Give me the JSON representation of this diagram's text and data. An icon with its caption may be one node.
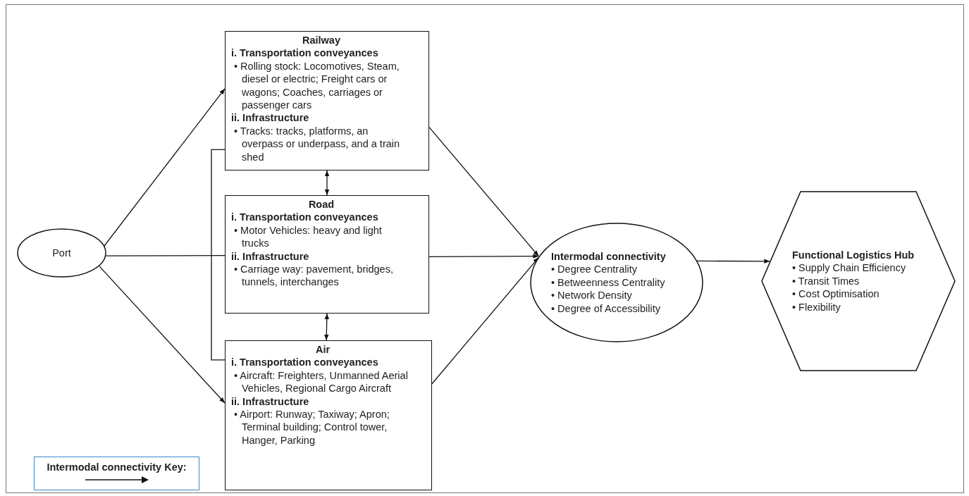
{
  "diagram": {
    "nodes": [
      {
        "text": [
          "Port"
        ]
      },
      {
        "text": [
          "Railway",
          "i. Transportation conveyances",
          "• Rolling stock: Locomotives, Steam, diesel or electric; Freight cars or wagons; Coaches, carriages or passenger cars",
          "ii. Infrastructure",
          "• Tracks: tracks, platforms, an overpass or underpass, and a train shed"
        ]
      },
      {
        "text": [
          "Road",
          "i. Transportation conveyances",
          "• Motor Vehicles: heavy and light trucks",
          "ii. Infrastructure",
          "• Carriage way: pavement, bridges, tunnels, interchanges"
        ]
      },
      {
        "text": [
          "Air",
          "i. Transportation conveyances",
          "• Aircraft: Freighters, Unmanned Aerial Vehicles, Regional Cargo Aircraft",
          "ii. Infrastructure",
          "• Airport: Runway; Taxiway; Apron; Terminal building; Control tower, Hanger, Parking"
        ]
      },
      {
        "text": [
          "Intermodal connectivity",
          "• Degree Centrality",
          "• Betweenness Centrality",
          "• Network Density",
          "• Degree of Accessibility"
        ]
      },
      {
        "text": [
          "Functional Logistics Hub",
          "• Supply Chain Efficiency",
          "• Transit Times",
          "• Cost Optimisation",
          "• Flexibility"
        ]
      }
    ],
    "edges": [
      {
        "from": 0,
        "to": 1,
        "arrow": "to"
      },
      {
        "from": 0,
        "to": 2,
        "arrow": "none"
      },
      {
        "from": 0,
        "to": 3,
        "arrow": "to"
      },
      {
        "from": 1,
        "to": 3,
        "arrow": "none"
      },
      {
        "from": 1,
        "to": 2,
        "arrow": "both"
      },
      {
        "from": 2,
        "to": 3,
        "arrow": "both"
      },
      {
        "from": 1,
        "to": 4,
        "arrow": "to"
      },
      {
        "from": 2,
        "to": 4,
        "arrow": "to"
      },
      {
        "from": 3,
        "to": 4,
        "arrow": "to"
      },
      {
        "from": 4,
        "to": 5,
        "arrow": "to"
      }
    ],
    "legend": [
      {
        "text": "Intermodal connectivity Key:"
      }
    ]
  }
}
